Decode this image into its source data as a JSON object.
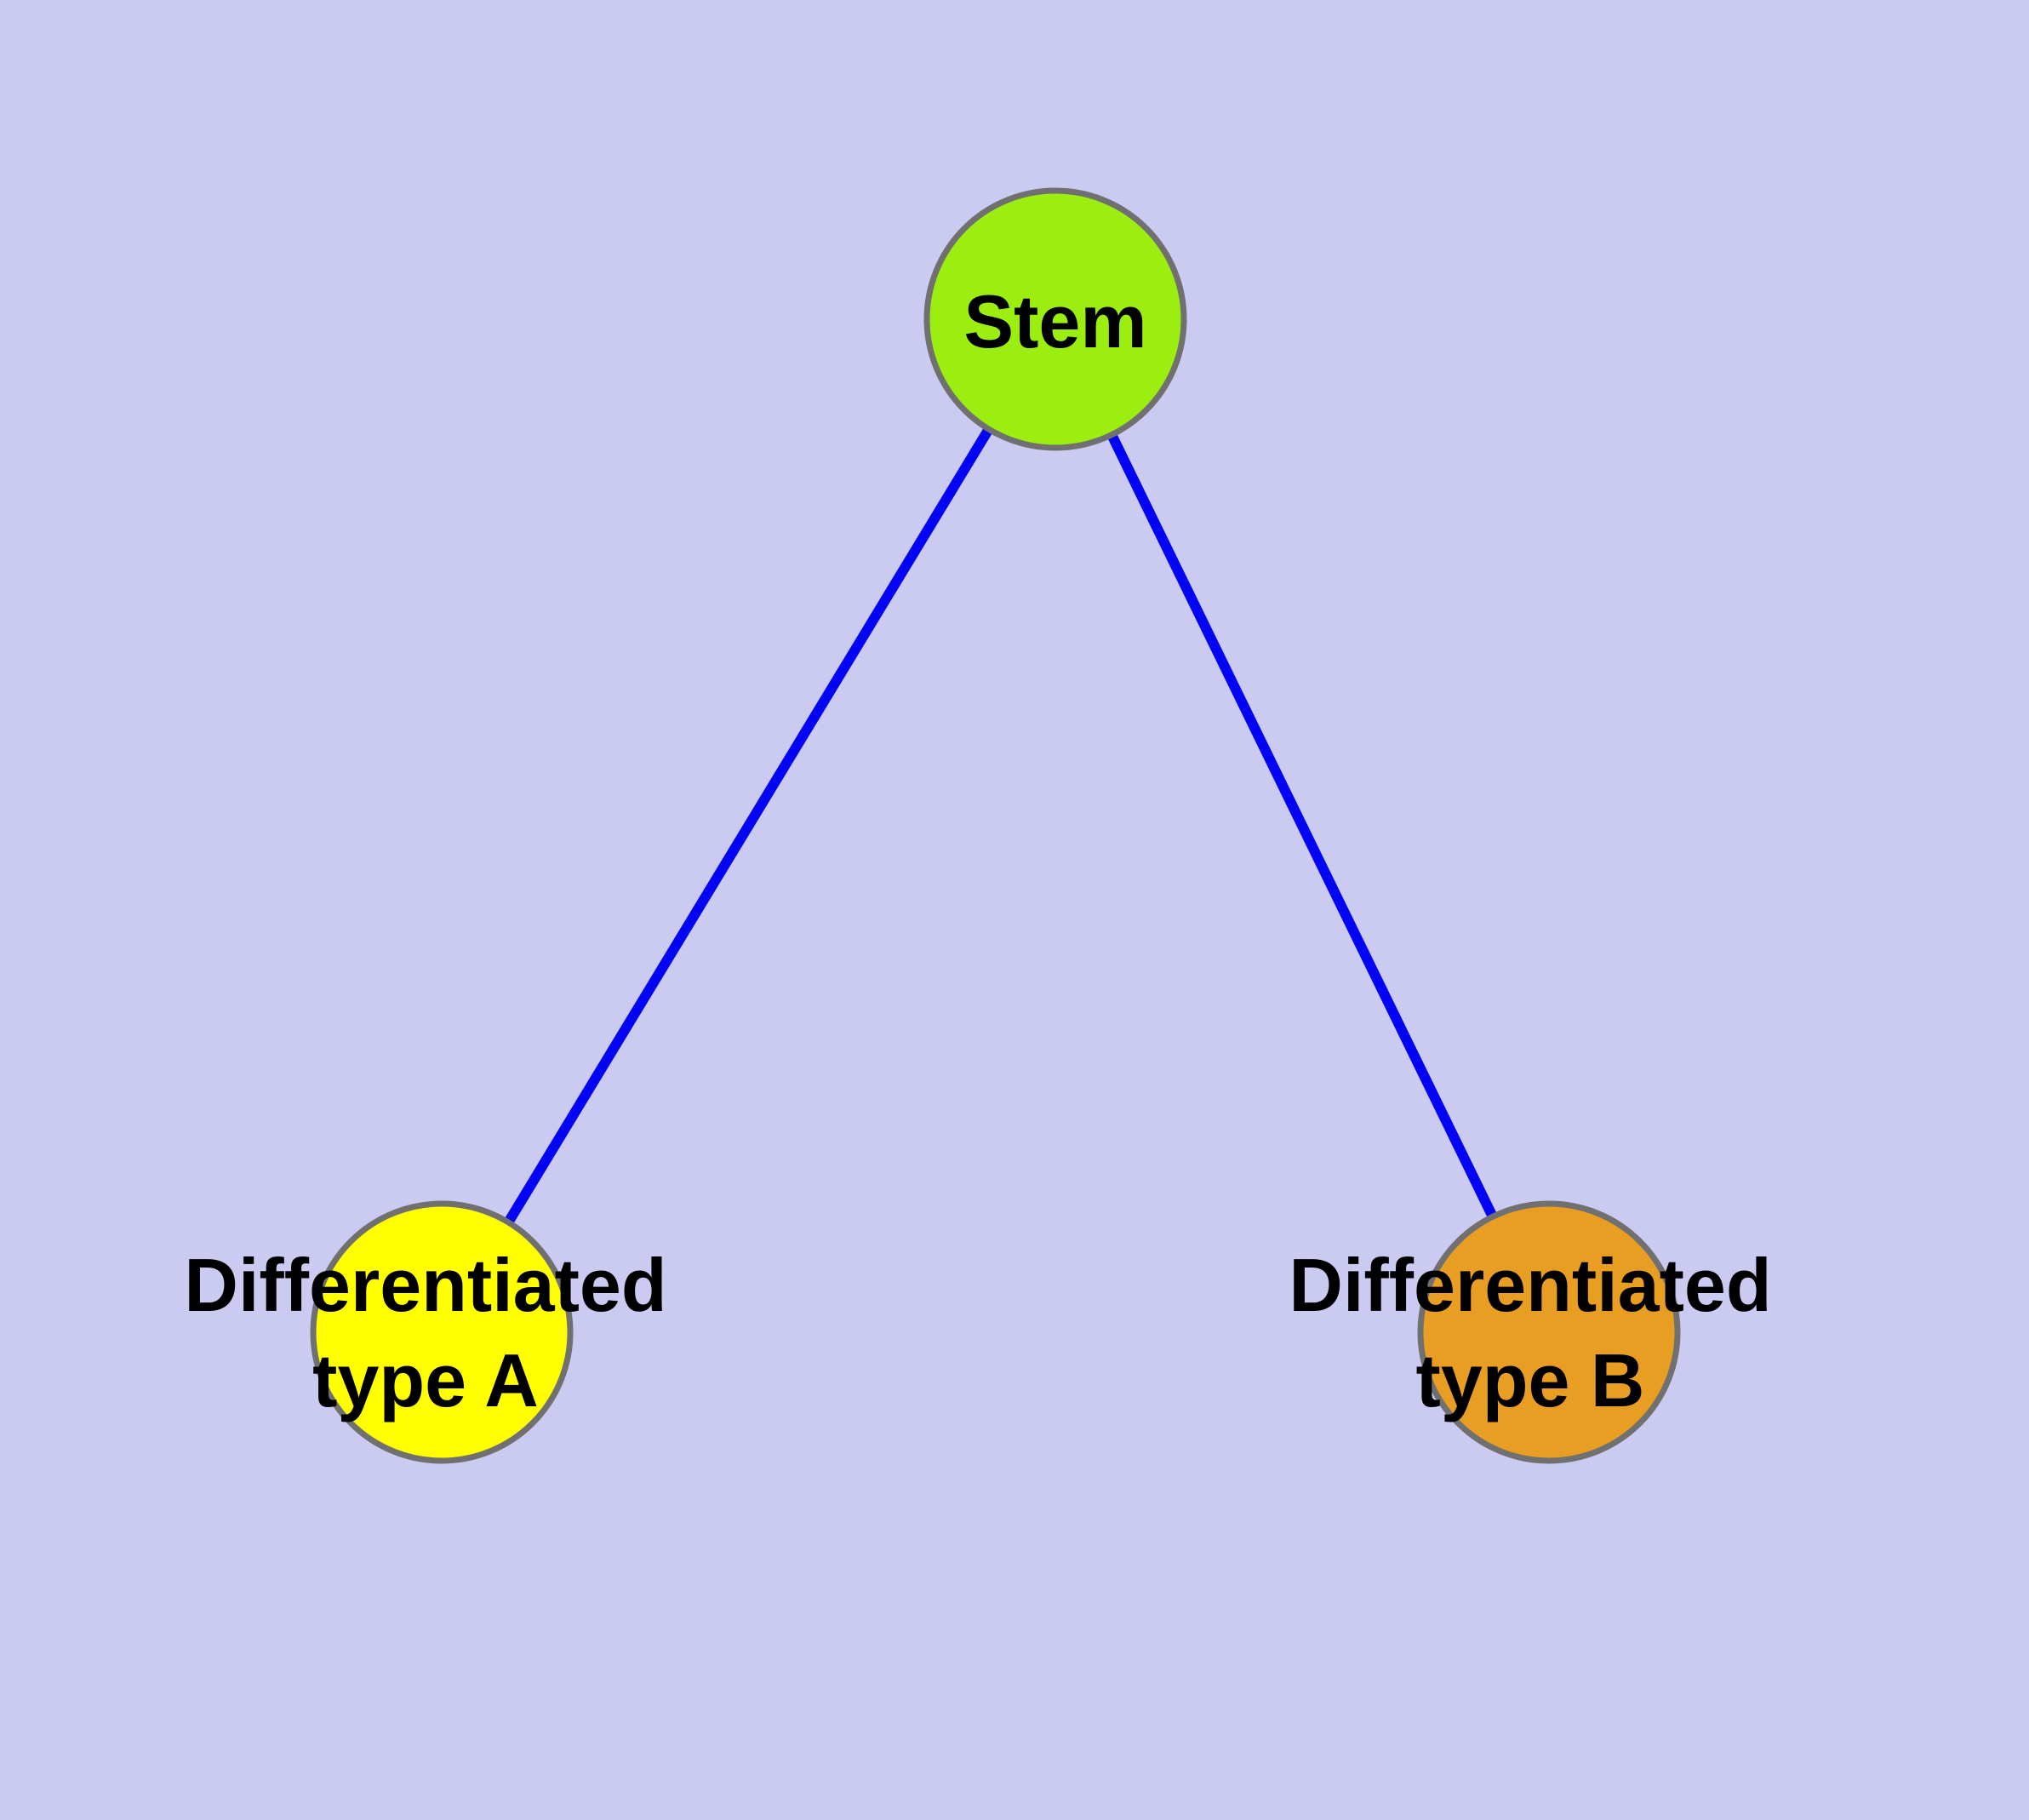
{
  "diagram": {
    "background_color": "#cbcbf2",
    "edge_color": "#0404f5",
    "node_border_color": "#707070",
    "text_color": "#000000",
    "nodes": [
      {
        "id": "stem",
        "label": "Stem",
        "lines": [
          "Stem"
        ],
        "color": "#9cee11"
      },
      {
        "id": "differentiated-type-a",
        "label": "Differentiated type A",
        "lines": [
          "Differentiated",
          "type A"
        ],
        "color": "#ffff00"
      },
      {
        "id": "differentiated-type-b",
        "label": "Differentiated type B",
        "lines": [
          "Differentiated",
          "type B"
        ],
        "color": "#e89e22"
      }
    ],
    "edges": [
      {
        "from": "stem",
        "to": "differentiated-type-a"
      },
      {
        "from": "stem",
        "to": "differentiated-type-b"
      }
    ]
  }
}
